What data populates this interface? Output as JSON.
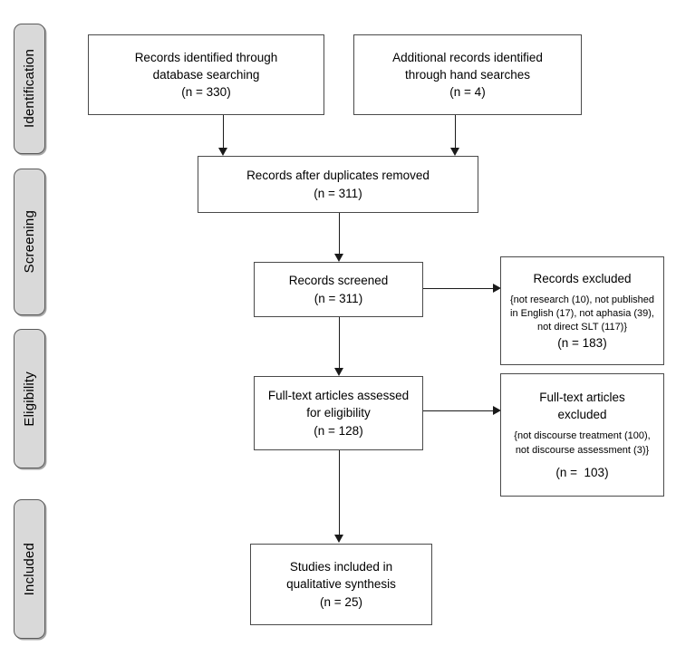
{
  "diagram": {
    "type": "prisma-flow-diagram",
    "title": "PRISMA study selection flow diagram",
    "colors": {
      "box_border": "#4a4a4a",
      "stage_fill": "#d9d9d9",
      "stage_border": "#5a5a5a",
      "connector": "#1a1a1a",
      "background": "#ffffff"
    }
  },
  "stages": [
    {
      "id": "identification",
      "label": "Identification"
    },
    {
      "id": "screening",
      "label": "Screening"
    },
    {
      "id": "eligibility",
      "label": "Eligibility"
    },
    {
      "id": "included",
      "label": "Included"
    }
  ],
  "boxes": {
    "records_identified": {
      "lines": [
        "Records identified through",
        "database searching",
        "(n = 330)"
      ],
      "count": 330
    },
    "additional_records": {
      "lines": [
        "Additional records identified",
        "through hand searches",
        "(n = 4)"
      ],
      "count": 4
    },
    "after_duplicates": {
      "lines": [
        "Records after duplicates removed",
        "(n = 311)"
      ],
      "count": 311
    },
    "records_screened": {
      "lines": [
        "Records screened",
        "(n = 311)"
      ],
      "count": 311
    },
    "records_excluded": {
      "heading": "Records excluded",
      "detail_lines": [
        "{not research (10), not published",
        "in English (17), not aphasia (39),",
        "not direct SLT (117)}"
      ],
      "count_line": "(n = 183)",
      "count": 183,
      "reasons": [
        {
          "label": "not research",
          "n": 10
        },
        {
          "label": "not published in English",
          "n": 17
        },
        {
          "label": "not aphasia",
          "n": 39
        },
        {
          "label": "not direct SLT",
          "n": 117
        }
      ]
    },
    "fulltext_assessed": {
      "lines": [
        "Full-text articles assessed",
        "for eligibility",
        "(n = 128)"
      ],
      "count": 128
    },
    "fulltext_excluded": {
      "heading_lines": [
        "Full-text articles",
        "excluded"
      ],
      "detail_lines": [
        "{not discourse treatment (100),",
        "not discourse assessment (3)}"
      ],
      "count_line": "(n =  103)",
      "count": 103,
      "reasons": [
        {
          "label": "not discourse treatment",
          "n": 100
        },
        {
          "label": "not discourse assessment",
          "n": 3
        }
      ]
    },
    "studies_included": {
      "lines": [
        "Studies included in",
        "qualitative synthesis",
        "(n = 25)"
      ],
      "count": 25
    }
  }
}
